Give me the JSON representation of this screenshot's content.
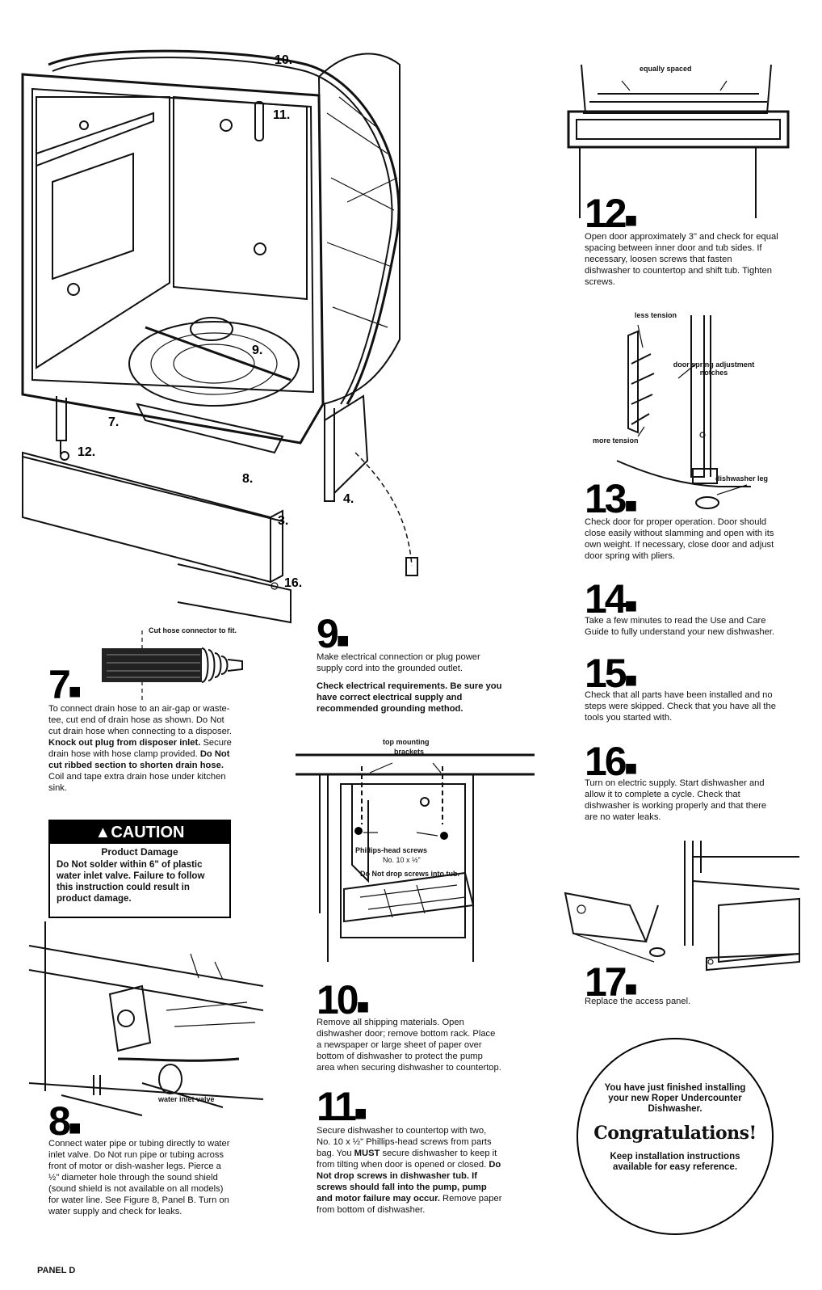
{
  "figure_callouts": {
    "main": [
      "10.",
      "11.",
      "9.",
      "7.",
      "12.",
      "8.",
      "4.",
      "3.",
      "16."
    ]
  },
  "labels": {
    "equally_spaced": "equally spaced",
    "less_tension": "less tension",
    "door_spring_notches": "door spring adjustment notches",
    "more_tension": "more tension",
    "dishwasher_leg": "dishwasher leg",
    "cut_hose": "Cut hose connector to fit.",
    "top_mounting": "top mounting",
    "brackets": "brackets",
    "phillips_screws": "Phillips-head screws",
    "phillips_size": "No. 10 x ½\"",
    "no_drop": "Do Not drop screws into tub.",
    "water_inlet_valve": "water inlet valve"
  },
  "steps": {
    "s7": {
      "num": "7",
      "text_a": "To connect drain hose to an air-gap or waste-tee, cut end of drain hose as shown. Do Not cut drain hose when connecting to a disposer. ",
      "bold_a": "Knock out plug from disposer inlet.",
      "text_b": " Secure drain hose with hose clamp provided. ",
      "bold_b": "Do Not cut ribbed section to shorten drain hose.",
      "text_c": " Coil and tape extra drain hose under kitchen sink."
    },
    "s8": {
      "num": "8",
      "text": "Connect water pipe or tubing directly to water inlet valve. Do Not run pipe or tubing across front of motor or dish-washer legs. Pierce a ½\" diameter hole through the sound shield (sound shield is not available on all models) for water line. See Figure 8, Panel B. Turn on water supply and check for leaks."
    },
    "s9": {
      "num": "9",
      "text": "Make electrical connection or plug power supply cord into the grounded outlet.",
      "bold": "Check electrical requirements. Be sure you have correct electrical supply and recommended grounding method."
    },
    "s10": {
      "num": "10",
      "text": "Remove all shipping materials. Open dishwasher door; remove bottom rack. Place a newspaper or large sheet of paper over bottom of dishwasher to protect the pump area when securing dishwasher to countertop."
    },
    "s11": {
      "num": "11",
      "text_a": "Secure dishwasher to countertop with two, No. 10 x ½\" Phillips-head screws from parts bag. You ",
      "bold_a": "MUST",
      "text_b": " secure dishwasher to keep it from tilting when door is opened or closed. ",
      "bold_b": "Do Not drop screws in dishwasher tub. If screws should fall into the pump, pump and motor failure may occur.",
      "text_c": " Remove paper from bottom of dishwasher."
    },
    "s12": {
      "num": "12",
      "text": "Open door approximately 3\" and check for equal spacing between inner door and tub sides. If necessary, loosen screws that fasten dishwasher to countertop and shift tub. Tighten screws."
    },
    "s13": {
      "num": "13",
      "text": "Check door for proper operation. Door should close easily without slamming and open with its own weight. If necessary, close door and adjust door spring with pliers."
    },
    "s14": {
      "num": "14",
      "text": "Take a few minutes to read the Use and Care Guide to fully understand your new dishwasher."
    },
    "s15": {
      "num": "15",
      "text": "Check that all parts have been installed and no steps were skipped. Check that you have all the tools you started with."
    },
    "s16": {
      "num": "16",
      "text": "Turn on electric supply. Start dishwasher and allow it to complete a cycle. Check that dishwasher is working properly and that there are no water leaks."
    },
    "s17": {
      "num": "17",
      "text": "Replace the access panel."
    }
  },
  "caution": {
    "header": "CAUTION",
    "subheader": "Product Damage",
    "body": "Do Not solder within 6\" of plastic water inlet valve. Failure to follow this instruction could result in product damage."
  },
  "congrats": {
    "pre": "You have just finished installing your new Roper Undercounter Dishwasher.",
    "title": "Congratulations!",
    "post": "Keep installation instructions available for easy reference."
  },
  "footer": {
    "panel": "PANEL D"
  }
}
